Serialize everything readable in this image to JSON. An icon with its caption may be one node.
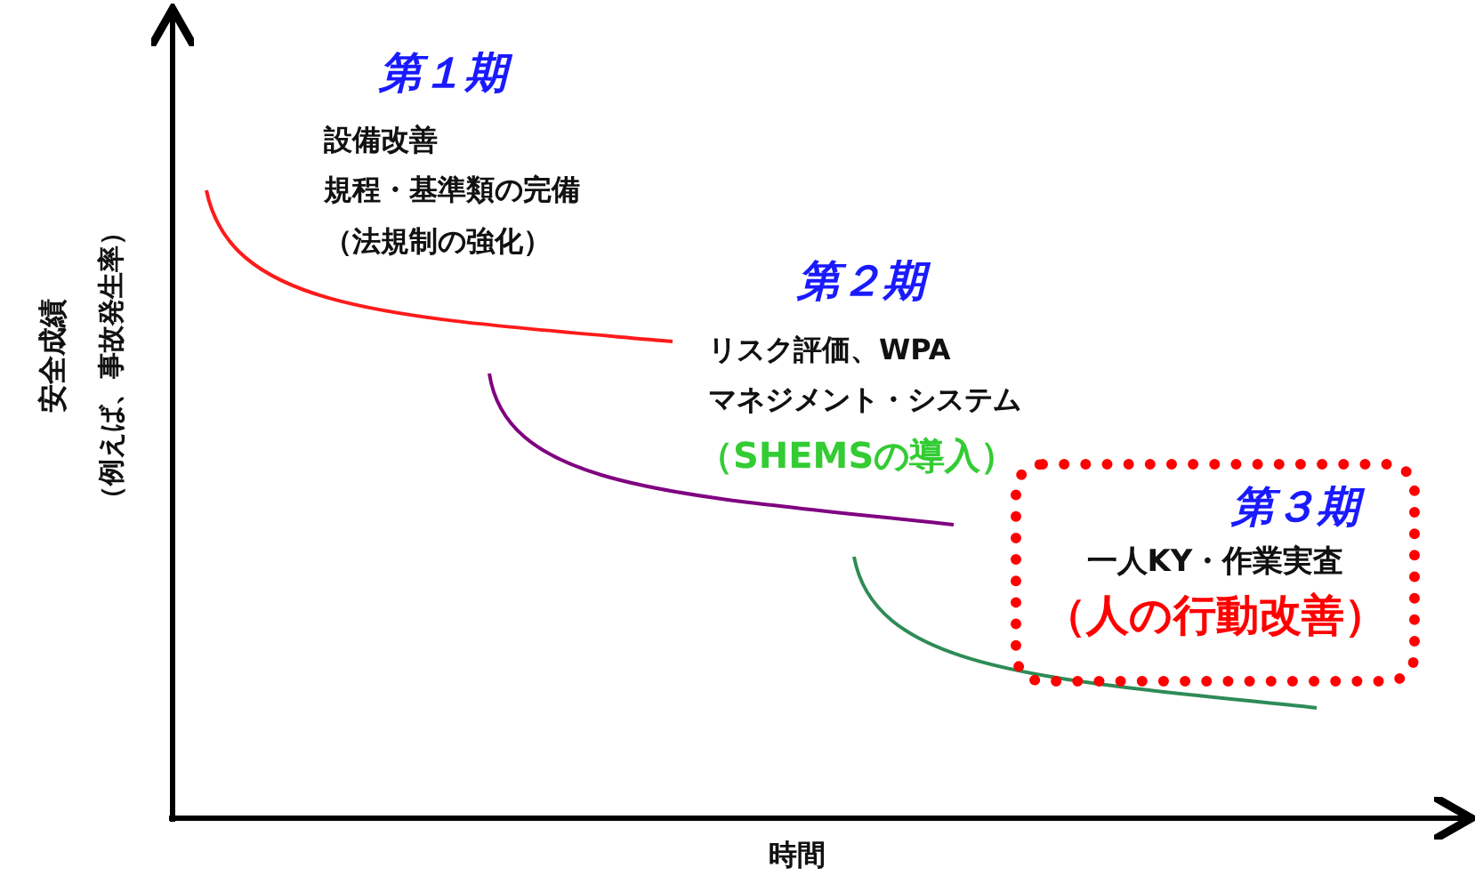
{
  "diagram": {
    "nodes": [
      {
        "text": [
          "第３期",
          "一人KY・作業実査",
          "（人の行動改善）"
        ]
      }
    ],
    "edges": [],
    "labels": [
      "第１期",
      "設備改善",
      "規程・基準類の完備",
      "（法規制の強化）",
      "第２期",
      "リスク評価、WPA",
      "マネジメント・システム",
      "（SHEMSの導入）",
      "安全成績",
      "（例えば、事故発生率）",
      "時間"
    ]
  }
}
